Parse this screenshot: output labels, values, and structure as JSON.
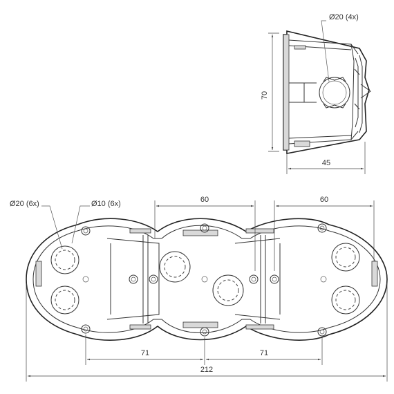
{
  "side_view": {
    "label_hole": "Ø20 (4x)",
    "dim_height": "70",
    "dim_depth": "45"
  },
  "front_view": {
    "label_hole_large": "Ø20 (6x)",
    "label_hole_small": "Ø10 (6x)",
    "dim_pitch_top_left": "60",
    "dim_pitch_top_right": "60",
    "dim_screw_left": "71",
    "dim_screw_right": "71",
    "dim_overall": "212"
  }
}
